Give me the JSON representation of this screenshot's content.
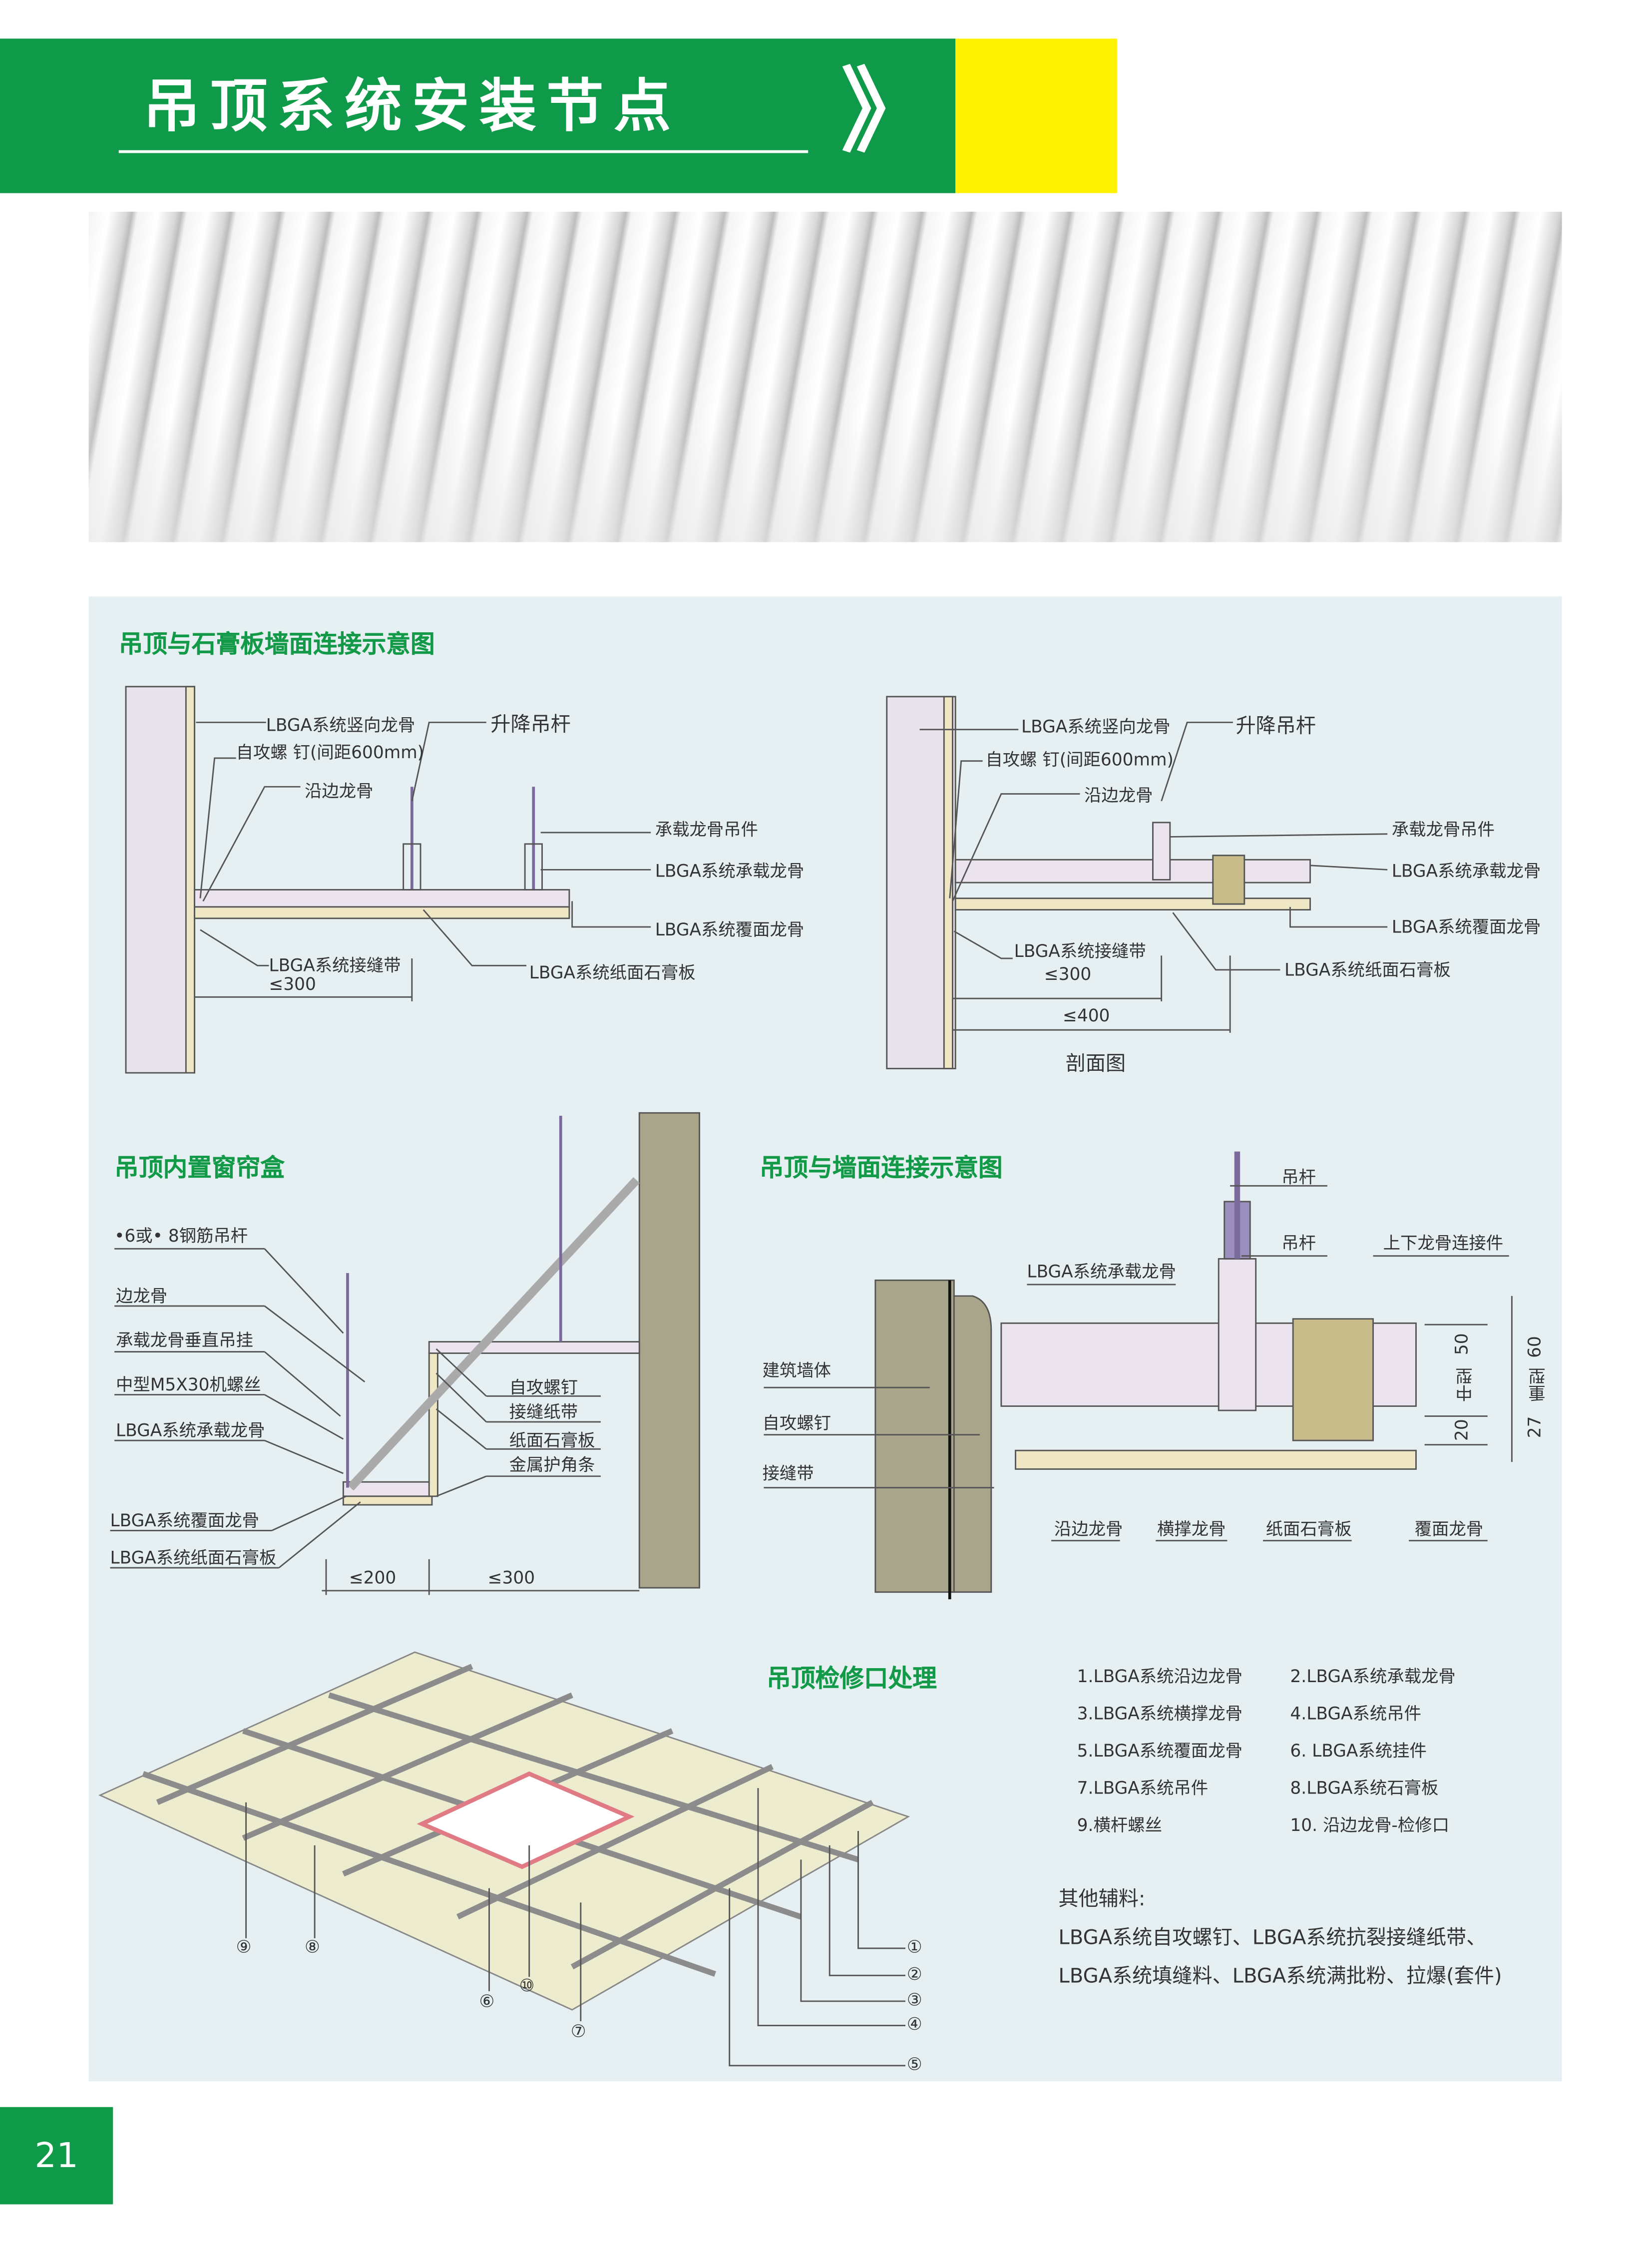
{
  "header": {
    "title": "吊顶系统安装节点",
    "chevron": "》",
    "colors": {
      "green": "#0e9a48",
      "yellow": "#fff200"
    }
  },
  "sections": {
    "gypsum_wall": "吊顶与石膏板墙面连接示意图",
    "curtain_box": "吊顶内置窗帘盒",
    "wall_connection": "吊顶与墙面连接示意图",
    "access_panel": "吊顶检修口处理"
  },
  "diagram1": {
    "vertical_keel": "LBGA系统竖向龙骨",
    "lift_rod": "升降吊杆",
    "screw": "自攻螺 钉(间距600mm)",
    "edge_keel": "沿边龙骨",
    "main_hanger": "承载龙骨吊件",
    "main_keel": "LBGA系统承载龙骨",
    "cover_keel": "LBGA系统覆面龙骨",
    "joint_tape": "LBGA系统接缝带",
    "dim300": "≤300",
    "board": "LBGA系统纸面石膏板"
  },
  "diagram2": {
    "vertical_keel": "LBGA系统竖向龙骨",
    "lift_rod": "升降吊杆",
    "screw": "自攻螺 钉(间距600mm)",
    "edge_keel": "沿边龙骨",
    "main_hanger": "承载龙骨吊件",
    "main_keel": "LBGA系统承载龙骨",
    "cover_keel": "LBGA系统覆面龙骨",
    "joint_tape": "LBGA系统接缝带",
    "dim300": "≤300",
    "board": "LBGA系统纸面石膏板",
    "dim400": "≤400",
    "caption": "剖面图"
  },
  "diagram3": {
    "rod": "•6或• 8钢筋吊杆",
    "edge_keel": "边龙骨",
    "vertical_hang": "承载龙骨垂直吊挂",
    "bolt": "中型M5X30机螺丝",
    "main_keel": "LBGA系统承载龙骨",
    "cover_keel": "LBGA系统覆面龙骨",
    "board": "LBGA系统纸面石膏板",
    "screw": "自攻螺钉",
    "paper_tape": "接缝纸带",
    "gypsum": "纸面石膏板",
    "corner_bead": "金属护角条",
    "dim200": "≤200",
    "dim300": "≤300"
  },
  "diagram4": {
    "rod1": "吊杆",
    "rod2": "吊杆",
    "connector": "上下龙骨连接件",
    "main_keel": "LBGA系统承载龙骨",
    "wall": "建筑墙体",
    "screw": "自攻螺钉",
    "tape": "接缝带",
    "edge_keel": "沿边龙骨",
    "cross_keel": "横撑龙骨",
    "board": "纸面石膏板",
    "cover_keel": "覆面龙骨",
    "d50": "50",
    "mid": "中型",
    "d20": "20",
    "d60": "60",
    "heavy": "重型",
    "d27": "27"
  },
  "diagram5": {
    "legend": [
      "1.LBGA系统沿边龙骨",
      "2.LBGA系统承载龙骨",
      "3.LBGA系统横撑龙骨",
      "4.LBGA系统吊件",
      "5.LBGA系统覆面龙骨",
      "6. LBGA系统挂件",
      "7.LBGA系统吊件",
      "8.LBGA系统石膏板",
      "9.横杆螺丝",
      "10. 沿边龙骨-检修口"
    ],
    "other_title": "其他辅料:",
    "other_line1": "LBGA系统自攻螺钉、LBGA系统抗裂接缝纸带、",
    "other_line2": "LBGA系统填缝料、LBGA系统满批粉、拉爆(套件)",
    "callouts": [
      "⑨",
      "⑧",
      "⑥",
      "⑩",
      "⑦",
      "①",
      "②",
      "③",
      "④",
      "⑤"
    ]
  },
  "page_number": "21"
}
